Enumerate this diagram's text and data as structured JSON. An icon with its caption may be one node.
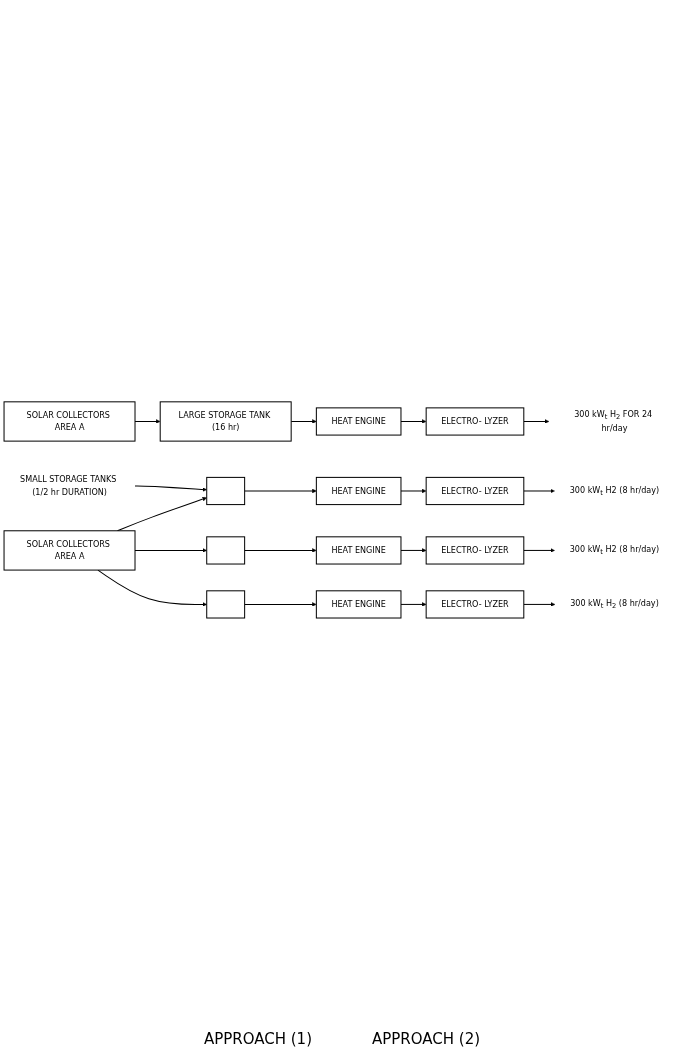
{
  "diagram": {
    "nodes": [
      {
        "text": [
          "SOLAR COLLECTORS AREA A"
        ]
      },
      {
        "text": [
          "LARGE STORAGE TANK (16 hr)"
        ]
      },
      {
        "text": [
          "HEAT ENGINE"
        ]
      },
      {
        "text": [
          "ELECTRO- LYZER"
        ]
      },
      {
        "text": [
          "300 kW$_{t}$ H$_{2}$ FOR 24 hr/day"
        ]
      },
      {
        "text": [
          "SOLAR COLLECTORS AREA A"
        ]
      },
      {
        "text": [
          "SMALL STORAGE TANKS (1/2 hr DURATION)"
        ]
      },
      {
        "text": [],
        "shape": "box"
      },
      {
        "text": [
          "HEAT ENGINE"
        ]
      },
      {
        "text": [
          "ELECTRO- LYZER"
        ]
      },
      {
        "text": [
          "300 kW$_{t}$ H2 (8 hr/day)"
        ]
      },
      {
        "text": [],
        "shape": "box"
      },
      {
        "text": [
          "HEAT ENGINE"
        ]
      },
      {
        "text": [
          "ELECTRO- LYZER"
        ]
      },
      {
        "text": [
          "300 kW$_{t}$ H2 (8 hr/day)"
        ]
      },
      {
        "text": [],
        "shape": "box"
      },
      {
        "text": [
          "HEAT ENGINE"
        ]
      },
      {
        "text": [
          "ELECTRO- LYZER"
        ]
      },
      {
        "text": [
          "300 kW$_{t}$ H$_{2}$ (8 hr/day)"
        ]
      }
    ],
    "edges": [
      {
        "from": 0,
        "to": 1,
        "arrow": "to"
      },
      {
        "from": 1,
        "to": 2,
        "arrow": "to"
      },
      {
        "from": 2,
        "to": 3,
        "arrow": "to"
      },
      {
        "from": 3,
        "to": 4,
        "arrow": "to"
      },
      {
        "from": 5,
        "to": 7,
        "arrow": "to"
      },
      {
        "from": 5,
        "to": 11,
        "arrow": "to"
      },
      {
        "from": 5,
        "to": 15,
        "arrow": "to"
      },
      {
        "from": 6,
        "to": 7,
        "arrow": "to"
      },
      {
        "from": 7,
        "to": 8,
        "arrow": "to"
      },
      {
        "from": 8,
        "to": 9,
        "arrow": "to"
      },
      {
        "from": 9,
        "to": 10,
        "arrow": "to"
      },
      {
        "from": 11,
        "to": 12,
        "arrow": "to"
      },
      {
        "from": 12,
        "to": 13,
        "arrow": "to"
      },
      {
        "from": 13,
        "to": 14,
        "arrow": "to"
      },
      {
        "from": 15,
        "to": 16,
        "arrow": "to"
      },
      {
        "from": 16,
        "to": 17,
        "arrow": "to"
      },
      {
        "from": 17,
        "to": 18,
        "arrow": "to"
      }
    ],
    "labels": [
      "APPROACH (1)",
      "APPROACH (2)"
    ]
  }
}
